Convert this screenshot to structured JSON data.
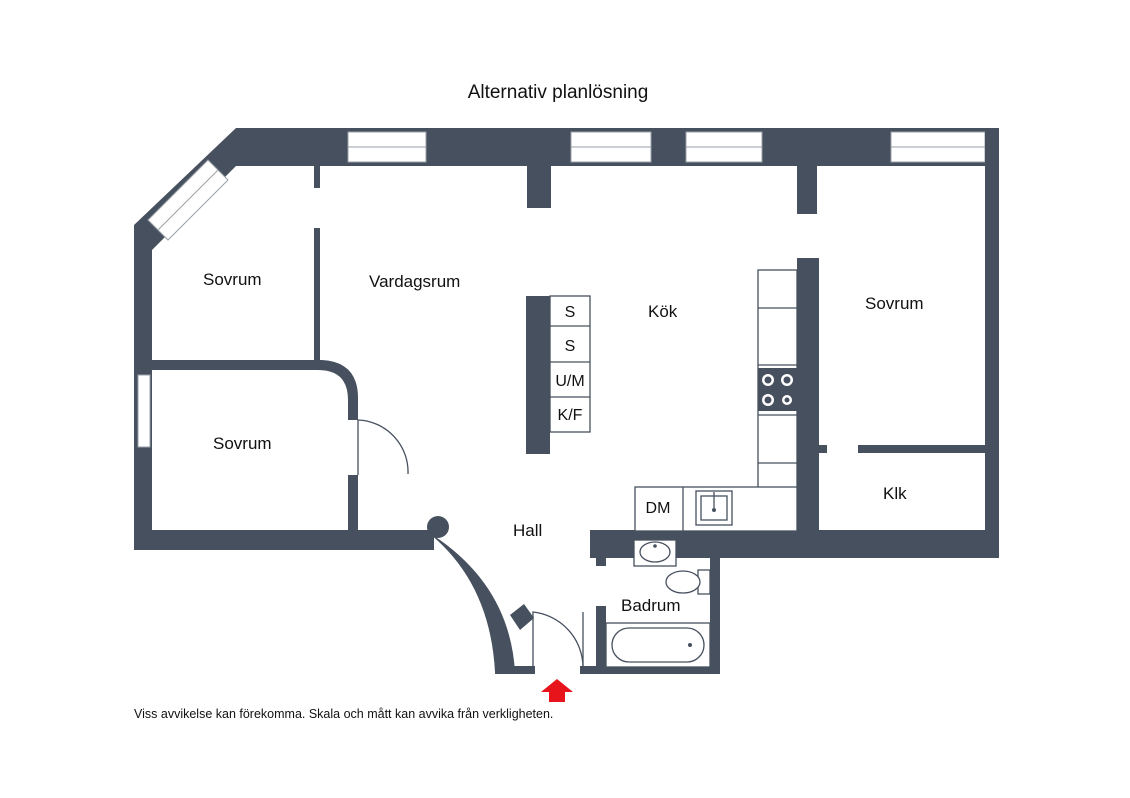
{
  "title": "Alternativ planlösning",
  "rooms": {
    "sovrum_top_left": "Sovrum",
    "vardagsrum": "Vardagsrum",
    "kok": "Kök",
    "sovrum_right": "Sovrum",
    "sovrum_mid_left": "Sovrum",
    "hall": "Hall",
    "klk": "Klk",
    "badrum": "Badrum"
  },
  "fixtures": {
    "s1": "S",
    "s2": "S",
    "um": "U/M",
    "kf": "K/F",
    "dm": "DM"
  },
  "note": "Viss avvikelse kan förekomma. Skala och mått kan avvika från verkligheten.",
  "colors": {
    "wall": "#47505e",
    "entrance_arrow": "#e8141b"
  },
  "icons": {
    "entrance": "arrow-up-icon"
  }
}
